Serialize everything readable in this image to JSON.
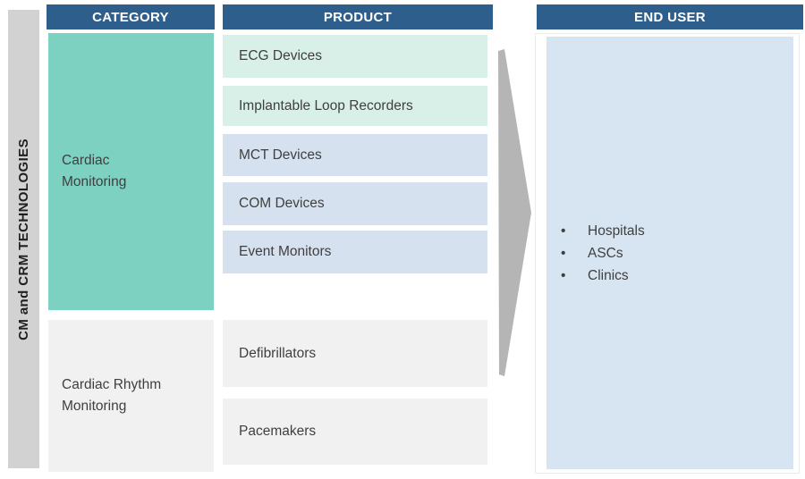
{
  "sidebar": {
    "label": "CM and CRM TECHNOLOGIES"
  },
  "category": {
    "header": "CATEGORY",
    "items": [
      {
        "label": "Cardiac Monitoring"
      },
      {
        "label": "Cardiac Rhythm Monitoring"
      }
    ]
  },
  "product": {
    "header": "PRODUCT",
    "items": [
      {
        "label": "ECG Devices",
        "category": "Cardiac Monitoring"
      },
      {
        "label": "Implantable Loop Recorders",
        "category": "Cardiac Monitoring"
      },
      {
        "label": "MCT Devices",
        "category": "Cardiac Monitoring"
      },
      {
        "label": "COM Devices",
        "category": "Cardiac Monitoring"
      },
      {
        "label": "Event Monitors",
        "category": "Cardiac Monitoring"
      },
      {
        "label": "Defibrillators",
        "category": "Cardiac Rhythm Monitoring"
      },
      {
        "label": "Pacemakers",
        "category": "Cardiac Rhythm Monitoring"
      }
    ]
  },
  "end_user": {
    "header": "END USER",
    "items": [
      "Hospitals",
      "ASCs",
      "Clinics"
    ]
  },
  "colors": {
    "header_bg": "#2e5e8c",
    "header_text": "#ffffff",
    "sidebar_bg": "#d2d2d2",
    "category_teal": "#7cd1c0",
    "category_gray": "#f1f1f1",
    "product_mint": "#d8f0e7",
    "product_blue": "#d6e1ef",
    "product_gray": "#f1f1f1",
    "end_user_panel": "#d7e4f1",
    "arrow_gray": "#b5b5b5",
    "text_dark": "#3f3f3f"
  }
}
